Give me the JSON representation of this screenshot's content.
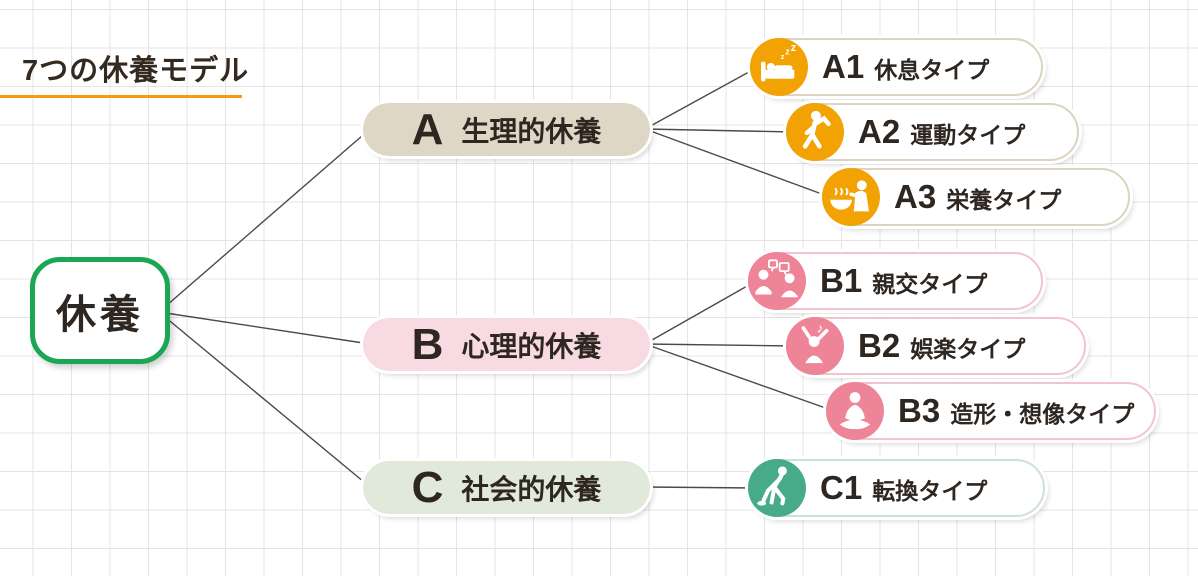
{
  "title": {
    "text": "7つの休養モデル"
  },
  "root": {
    "label": "休養"
  },
  "colors": {
    "accent_orange": "#F59C0B",
    "icon_orange": "#F2A202",
    "icon_pink": "#EE8498",
    "icon_green": "#47AB8A",
    "pill_beige": "#DFD7C6",
    "pill_pink": "#F7DAE2",
    "pill_green": "#E0E9DA",
    "root_border_green": "#1BA653",
    "leaf_border_beige": "#DCD3C0",
    "leaf_border_pink": "#F4C3CF",
    "leaf_border_green": "#CBE2D5"
  },
  "categories": [
    {
      "letter": "A",
      "label": "生理的休養"
    },
    {
      "letter": "B",
      "label": "心理的休養"
    },
    {
      "letter": "C",
      "label": "社会的休養"
    }
  ],
  "types": [
    {
      "code": "A1",
      "label": "休息タイプ",
      "icon": "sleeping-in-bed-icon"
    },
    {
      "code": "A2",
      "label": "運動タイプ",
      "icon": "exercising-person-icon"
    },
    {
      "code": "A3",
      "label": "栄養タイプ",
      "icon": "eating-meal-icon"
    },
    {
      "code": "B1",
      "label": "親交タイプ",
      "icon": "conversation-people-icon"
    },
    {
      "code": "B2",
      "label": "娯楽タイプ",
      "icon": "music-entertainment-icon"
    },
    {
      "code": "B3",
      "label": "造形・想像タイプ",
      "icon": "meditation-person-icon"
    },
    {
      "code": "C1",
      "label": "転換タイプ",
      "icon": "walking-chore-person-icon"
    }
  ]
}
